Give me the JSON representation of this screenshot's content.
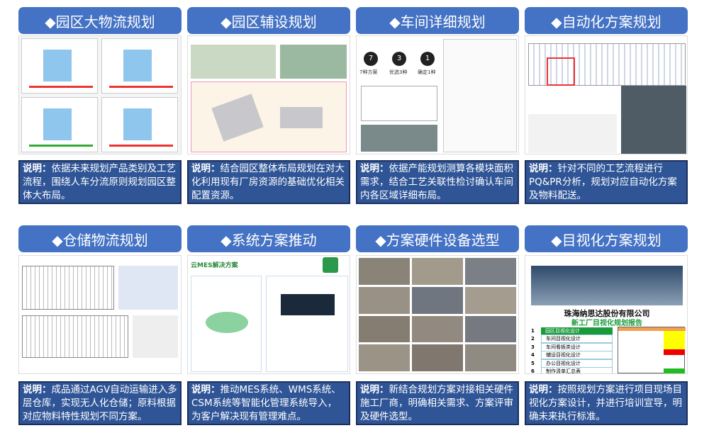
{
  "label_prefix": "说明：",
  "cards": [
    {
      "title": "◆园区大物流规划",
      "desc": "依据未来规划产品类别及工艺流程，围绕人车分流原则规划园区整体大布局。"
    },
    {
      "title": "◆园区辅设规划",
      "desc": "结合园区整体布局规划在对大化利用现有厂房资源的基础优化相关配置资源。"
    },
    {
      "title": "◆车间详细规划",
      "desc": "依据产能规划测算各模块面积需求，结合工艺关联性检讨确认车间内各区域详细布局。"
    },
    {
      "title": "◆自动化方案规划",
      "desc": "针对不同的工艺流程进行PQ&PR分析，规划对应自动化方案及物料配送。"
    },
    {
      "title": "◆仓储物流规划",
      "desc": "成品通过AGV自动运输进入多层仓库，实现无人化仓储；原料根据对应物料特性规划不同方案。"
    },
    {
      "title": "◆系统方案推动",
      "desc": "推动MES系统、WMS系统、CSM系统等智能化管理系统导入，为客户解决现有管理难点。"
    },
    {
      "title": "◆方案硬件设备选型",
      "desc": "新结合规划方案对接相关硬件施工厂商，明确相关需求、方案评审及硬件选型。"
    },
    {
      "title": "◆目视化方案规划",
      "desc": "按照规划方案进行项目现场目视化方案设计，并进行培训宣导，明确未来执行标准。"
    }
  ],
  "images": {
    "workshop": {
      "steps": [
        "7",
        "3",
        "1"
      ],
      "step_labels": [
        "7种方案",
        "优选3种",
        "确定1种"
      ]
    },
    "mes": {
      "title": "云MES解决方案"
    },
    "visual": {
      "company": "珠海纳思达股份有限公司",
      "report": "新工厂目视化规划报告",
      "menu": [
        {
          "num": "1",
          "label": "园区目视化设计"
        },
        {
          "num": "2",
          "label": "车间目视化设计"
        },
        {
          "num": "3",
          "label": "车间看板类设计"
        },
        {
          "num": "4",
          "label": "辅设目视化设计"
        },
        {
          "num": "5",
          "label": "办公目视化设计"
        },
        {
          "num": "6",
          "label": "制作清单汇总表"
        }
      ]
    }
  },
  "colors": {
    "header": "#4472c4",
    "desc": "#2f5597"
  }
}
